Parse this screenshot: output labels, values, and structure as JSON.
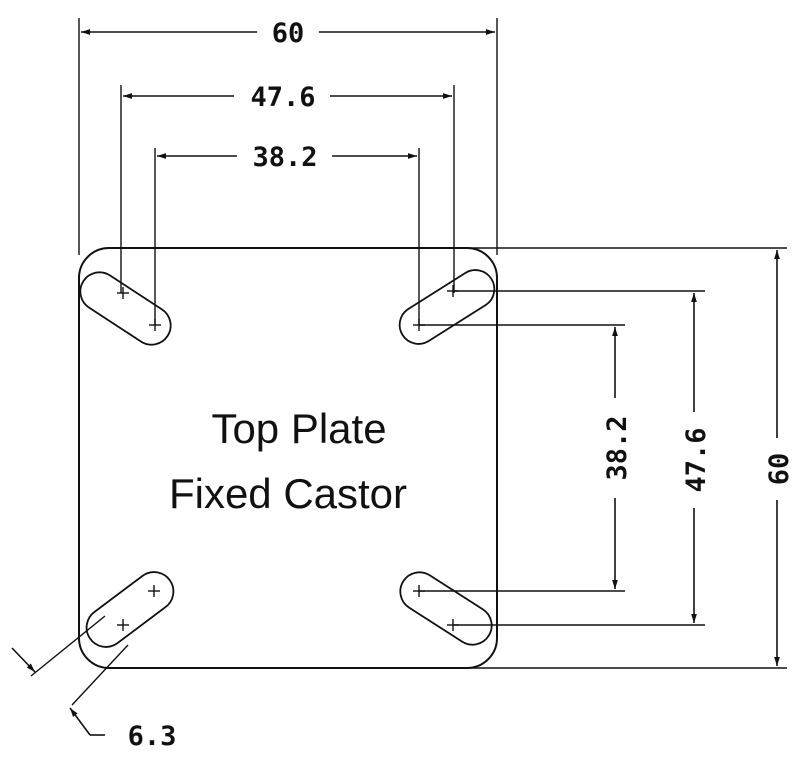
{
  "plate": {
    "title_line1": "Top Plate",
    "title_line2": "Fixed Castor"
  },
  "dimensions": {
    "overall_width": "60",
    "outer_hole_spacing_width": "47.6",
    "inner_hole_spacing_width": "38.2",
    "inner_hole_spacing_height": "38.2",
    "outer_hole_spacing_height": "47.6",
    "overall_height": "60",
    "slot_width": "6.3"
  }
}
